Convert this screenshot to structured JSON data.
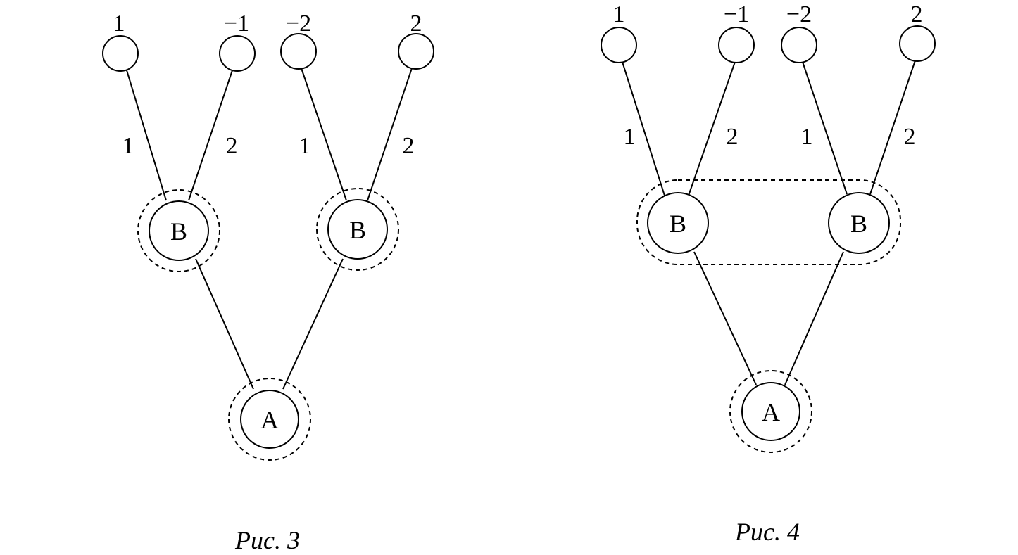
{
  "figures": [
    {
      "caption": "Рис. 3",
      "leaf_values": [
        "1",
        "−1",
        "−2",
        "2"
      ],
      "edge_labels": [
        "1",
        "2",
        "1",
        "2"
      ],
      "mid_nodes": [
        "B",
        "B"
      ],
      "root": "A"
    },
    {
      "caption": "Рис. 4",
      "leaf_values": [
        "1",
        "−1",
        "−2",
        "2"
      ],
      "edge_labels": [
        "1",
        "2",
        "1",
        "2"
      ],
      "mid_nodes": [
        "B",
        "B"
      ],
      "root": "A"
    }
  ]
}
